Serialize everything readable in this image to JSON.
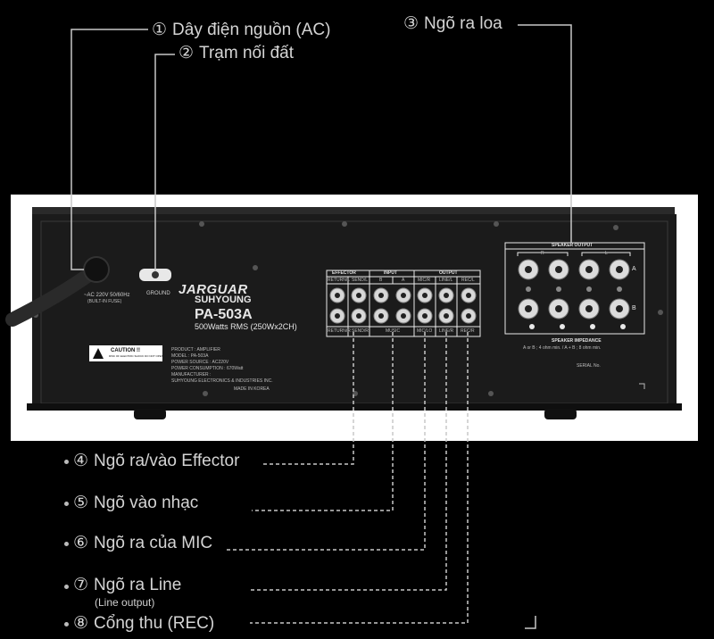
{
  "callouts": {
    "c1": {
      "num": "①",
      "label": "Dây điện nguồn (AC)"
    },
    "c2": {
      "num": "②",
      "label": "Trạm nối đất"
    },
    "c3": {
      "num": "③",
      "label": "Ngõ ra loa"
    },
    "c4": {
      "num": "④",
      "label": "Ngõ ra/vào Effector"
    },
    "c5": {
      "num": "⑤",
      "label": "Ngõ vào nhạc"
    },
    "c6": {
      "num": "⑥",
      "label": "Ngõ ra của MIC"
    },
    "c7": {
      "num": "⑦",
      "label": "Ngõ ra Line",
      "sublabel": "(Line output)"
    },
    "c8": {
      "num": "⑧",
      "label": "Cổng thu (REC)"
    }
  },
  "panel": {
    "power_label": "~AC 220V 50/60Hz",
    "fuse_label": "(BUILT-IN FUSE)",
    "ground_label": "GROUND",
    "brand": "JARGUAR",
    "brand2": "SUHYOUNG",
    "model": "PA-503A",
    "power_rating": "500Watts RMS (250Wx2CH)",
    "caution_title": "CAUTION !!",
    "caution_sub": "RISK OF ELECTRIC SHOCK DO NOT OPEN",
    "product": "PRODUCT : AMPLIFIER",
    "model_line": "MODEL : PA-503A",
    "power_source": "POWER SOURCE : AC220V",
    "consumption": "POWER CONSUMPTION : 670Watt",
    "manufacturer": "MANUFACTURER :",
    "maker": "SUHYOUNG ELECTRONICS & INDUSTRIES INC.",
    "made_in": "MADE IN KOREA",
    "effector": "EFFECTOR",
    "input": "INPUT",
    "output": "OUTPUT",
    "return_l": "RETURN/L",
    "send_l": "SEND/L",
    "in_b": "B",
    "in_a": "A",
    "mic_r": "MIC/R",
    "line_l": "LINE/L",
    "rec_l": "REC/L",
    "return_r": "RETURN/R",
    "send_r": "SEND/R",
    "music": "MUSIC",
    "mic_lo": "MIC/LO",
    "line_r": "LINE/R",
    "rec_r": "REC/R",
    "speaker_output": "SPEAKER OUTPUT",
    "spk_r": "R",
    "spk_l": "L",
    "spk_a": "A",
    "spk_b": "B",
    "impedance": "SPEAKER IMPEDANCE",
    "impedance_detail": "A or B ; 4 ohm min. / A + B ; 8 ohm min.",
    "serial": "SERIAL No."
  },
  "colors": {
    "panel": "#1b1b1b",
    "frame": "#ffffff",
    "leader": "#c8c8c8"
  }
}
